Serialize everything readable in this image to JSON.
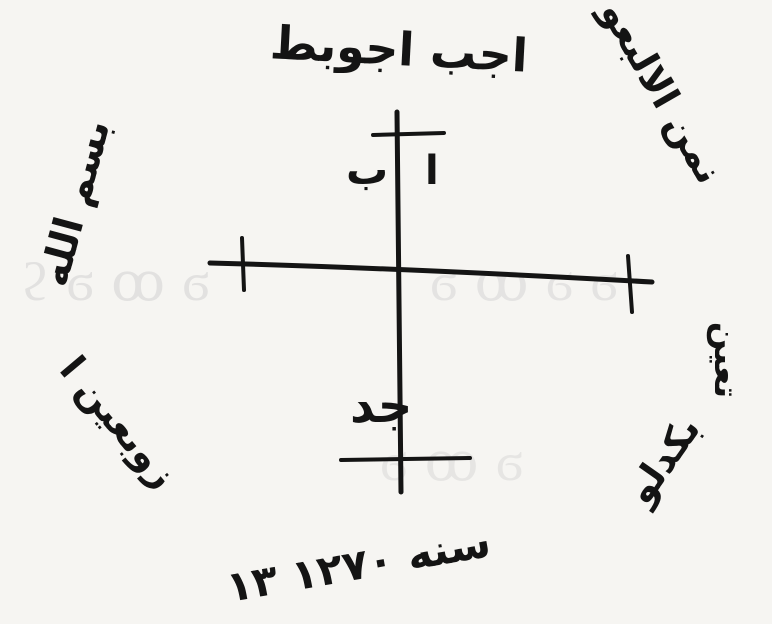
{
  "doc": {
    "top_text": "اجب اجوبط",
    "right_upper_text": "نمن الالبعو",
    "right_middle_text": "تعين",
    "right_lower_text": "بكدلو",
    "bottom_text": "سنه ١٢٧٠ ١٣",
    "left_lower_text": "زوبعين ا",
    "left_upper_text": "بسم الله",
    "quadrant_top_right": "ا",
    "quadrant_top_left": "ب",
    "quadrant_bottom": "جد"
  },
  "ink_color": "#141414",
  "paper_color": "#f6f5f2"
}
